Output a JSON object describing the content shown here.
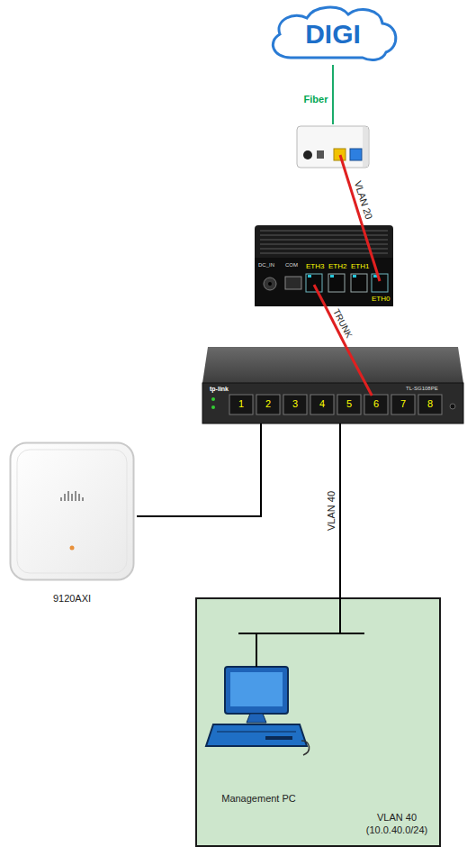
{
  "diagram": {
    "nodes": [
      {
        "text": [
          "DIGI"
        ]
      },
      {
        "text": [
          "DC_IN",
          "COM",
          "ETH3",
          "ETH2",
          "ETH1",
          "ETH0"
        ]
      },
      {
        "text": [
          "tp-link",
          "TL-SG108PE",
          "1",
          "2",
          "3",
          "4",
          "5",
          "6",
          "7",
          "8"
        ]
      },
      {
        "text": [
          "9120AXI"
        ]
      },
      {
        "text": [
          "VLAN 40 (10.0.40.0/24)"
        ]
      },
      {
        "text": [
          "Management PC"
        ],
        "in": 4
      }
    ],
    "edges": [
      {
        "from": 1,
        "to": 2,
        "label": "TRUNK",
        "arrow": "none"
      },
      {
        "from": 2,
        "to": 3,
        "arrow": "none"
      },
      {
        "from": 2,
        "to": 4,
        "label": "VLAN 40",
        "arrow": "none"
      }
    ],
    "labels": [
      "Fiber",
      "VLAN 20"
    ]
  }
}
